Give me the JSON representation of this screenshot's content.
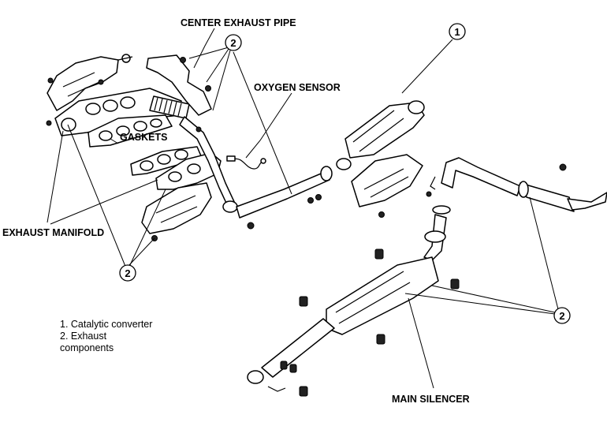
{
  "labels": {
    "center_exhaust_pipe": "CENTER EXHAUST PIPE",
    "oxygen_sensor": "OXYGEN SENSOR",
    "gaskets": "GASKETS",
    "exhaust_manifold": "EXHAUST MANIFOLD",
    "main_silencer": "MAIN SILENCER"
  },
  "callouts": {
    "one": "1",
    "two_top": "2",
    "two_bottom_left": "2",
    "two_right": "2"
  },
  "legend": {
    "item1": "1. Catalytic converter",
    "item2_line1": "2. Exhaust",
    "item2_line2": "components"
  }
}
